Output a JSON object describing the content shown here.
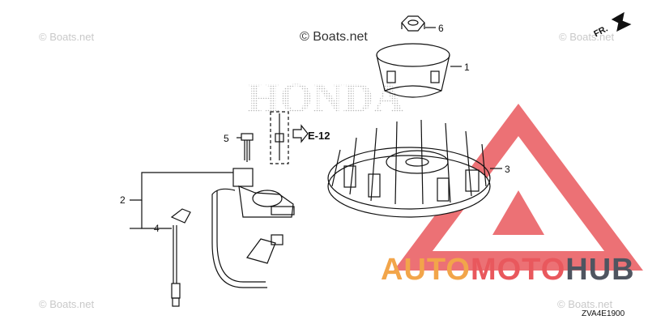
{
  "watermarks": {
    "text": "© Boats.net",
    "main": "© Boats.net"
  },
  "callouts": [
    "1",
    "2",
    "3",
    "4",
    "5",
    "6"
  ],
  "reference": "E-12",
  "direction": "FR.",
  "diagram_code": "ZVA4E1900",
  "brand_overlay": {
    "part1": "AUTO",
    "part2": "MOTO",
    "part3": "HUB"
  },
  "background_logo": "HONDA",
  "colors": {
    "triangle": "#e9585d",
    "brand_orange": "#f2a54a",
    "brand_red": "#e9585d",
    "brand_dark": "#4f5560"
  }
}
